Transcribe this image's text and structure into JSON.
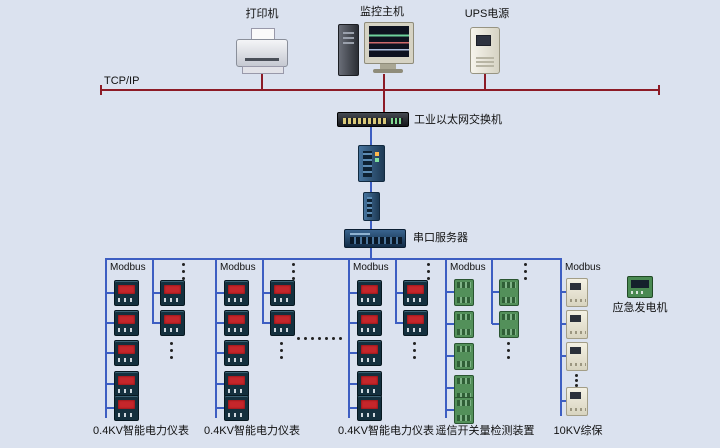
{
  "top_devices": {
    "printer_label": "打印机",
    "monitor_label": "监控主机",
    "ups_label": "UPS电源"
  },
  "network": {
    "tcpip_label": "TCP/IP",
    "switch_label": "工业以太网交换机",
    "serial_server_label": "串口服务器"
  },
  "branches": [
    {
      "bus_label": "Modbus",
      "device_label": "0.4KV智能电力仪表"
    },
    {
      "bus_label": "Modbus",
      "device_label": "0.4KV智能电力仪表"
    },
    {
      "bus_label": "Modbus",
      "device_label": "0.4KV智能电力仪表"
    },
    {
      "bus_label": "Modbus",
      "device_label": "遥信开关量检测装置"
    },
    {
      "bus_label": "Modbus",
      "device_label": "10KV综保"
    }
  ],
  "generator": {
    "label": "应急发电机"
  },
  "colors": {
    "background": "#dbe2ef",
    "tcpip_line": "#8d1b26",
    "modbus_line": "#3d5ec2",
    "meter_display": "#c5262b"
  }
}
